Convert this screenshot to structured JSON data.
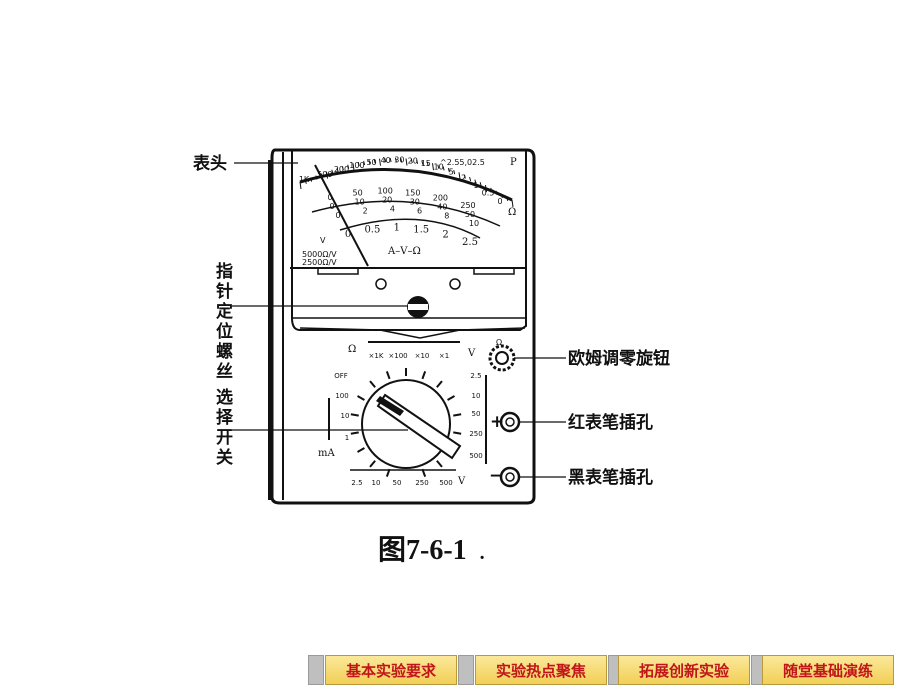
{
  "figure": {
    "labels": {
      "meter_head": "表头",
      "pointer_screw": "指针定位螺丝",
      "selector": "选择开关",
      "ohm_knob": "欧姆调零旋钮",
      "red_jack": "红表笔插孔",
      "black_jack": "黑表笔插孔"
    },
    "jack_signs": {
      "plus": "+",
      "minus": "−"
    },
    "caption": "图7-6-1",
    "caption_suffix": "."
  },
  "scale": {
    "ohm_ticks": [
      "1K",
      "500",
      "200",
      "100",
      "50",
      "40",
      "30",
      "20",
      "15",
      "10",
      "5",
      "2",
      "1",
      "0.5",
      "0"
    ],
    "top_right": "P",
    "mid_numbers": [
      "0",
      "50",
      "100",
      "150",
      "200",
      "250"
    ],
    "mid_numbers2": [
      "0",
      "10",
      "20",
      "30",
      "40",
      "50"
    ],
    "inner_numbers": [
      "0",
      "2",
      "4",
      "6",
      "8",
      "10"
    ],
    "low_numbers": [
      "0",
      "0.5",
      "1",
      "1.5",
      "2",
      "2.5"
    ],
    "center_text": "A–V–Ω",
    "left_v": "V",
    "spec1": "5000Ω/V",
    "spec2": "2500Ω/V",
    "ohm_symbol": "Ω"
  },
  "selector": {
    "omega": "Ω",
    "ohm_ranges": [
      "×1K",
      "×100",
      "×10",
      "×1"
    ],
    "ma_ranges": [
      "OFF",
      "100",
      "10",
      "1"
    ],
    "ma_label": "mA",
    "dcv_ranges": [
      "2.5",
      "10",
      "50",
      "250",
      "500"
    ],
    "bottom_ranges": [
      "2.5",
      "10",
      "50",
      "250",
      "500"
    ],
    "v_label": "V",
    "v_label2": "V"
  },
  "nav": {
    "items": [
      "基本实验要求",
      "实验热点聚焦",
      "拓展创新实验",
      "随堂基础演练"
    ],
    "colors": {
      "text": "#c0151a",
      "fill": "#f5d96b"
    }
  }
}
